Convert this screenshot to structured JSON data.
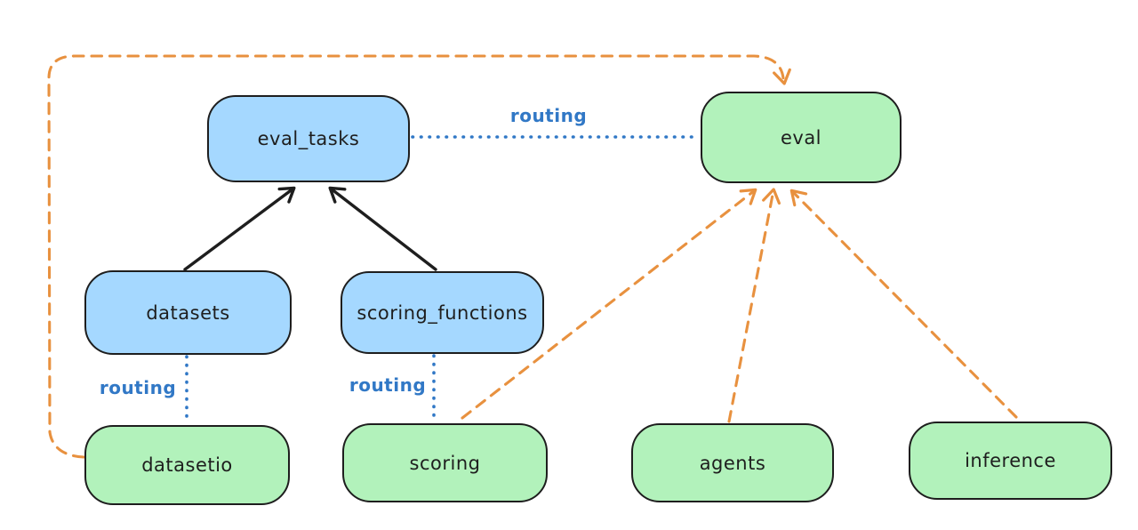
{
  "diagram": {
    "nodes": [
      {
        "id": "eval_tasks",
        "label": "eval_tasks",
        "color": "blue"
      },
      {
        "id": "eval",
        "label": "eval",
        "color": "green"
      },
      {
        "id": "datasets",
        "label": "datasets",
        "color": "blue"
      },
      {
        "id": "scoring_functions",
        "label": "scoring_functions",
        "color": "blue"
      },
      {
        "id": "datasetio",
        "label": "datasetio",
        "color": "green"
      },
      {
        "id": "scoring",
        "label": "scoring",
        "color": "green"
      },
      {
        "id": "agents",
        "label": "agents",
        "color": "green"
      },
      {
        "id": "inference",
        "label": "inference",
        "color": "green"
      }
    ],
    "edges": [
      {
        "from": "datasets",
        "to": "eval_tasks",
        "style": "solid-black-arrow",
        "label": ""
      },
      {
        "from": "scoring_functions",
        "to": "eval_tasks",
        "style": "solid-black-arrow",
        "label": ""
      },
      {
        "from": "eval_tasks",
        "to": "eval",
        "style": "dotted-blue-line",
        "label": "routing"
      },
      {
        "from": "datasets",
        "to": "datasetio",
        "style": "dotted-blue-line",
        "label": "routing"
      },
      {
        "from": "scoring_functions",
        "to": "scoring",
        "style": "dotted-blue-line",
        "label": "routing"
      },
      {
        "from": "datasetio",
        "to": "eval",
        "style": "dashed-orange-arrow",
        "label": ""
      },
      {
        "from": "scoring",
        "to": "eval",
        "style": "dashed-orange-arrow",
        "label": ""
      },
      {
        "from": "agents",
        "to": "eval",
        "style": "dashed-orange-arrow",
        "label": ""
      },
      {
        "from": "inference",
        "to": "eval",
        "style": "dashed-orange-arrow",
        "label": ""
      }
    ],
    "colors": {
      "blue_fill": "#a5d8ff",
      "green_fill": "#b2f2bb",
      "stroke": "#1e1e1e",
      "orange_dashed": "#e8913f",
      "routing_blue": "#3178c6",
      "background": "#ffffff"
    }
  }
}
